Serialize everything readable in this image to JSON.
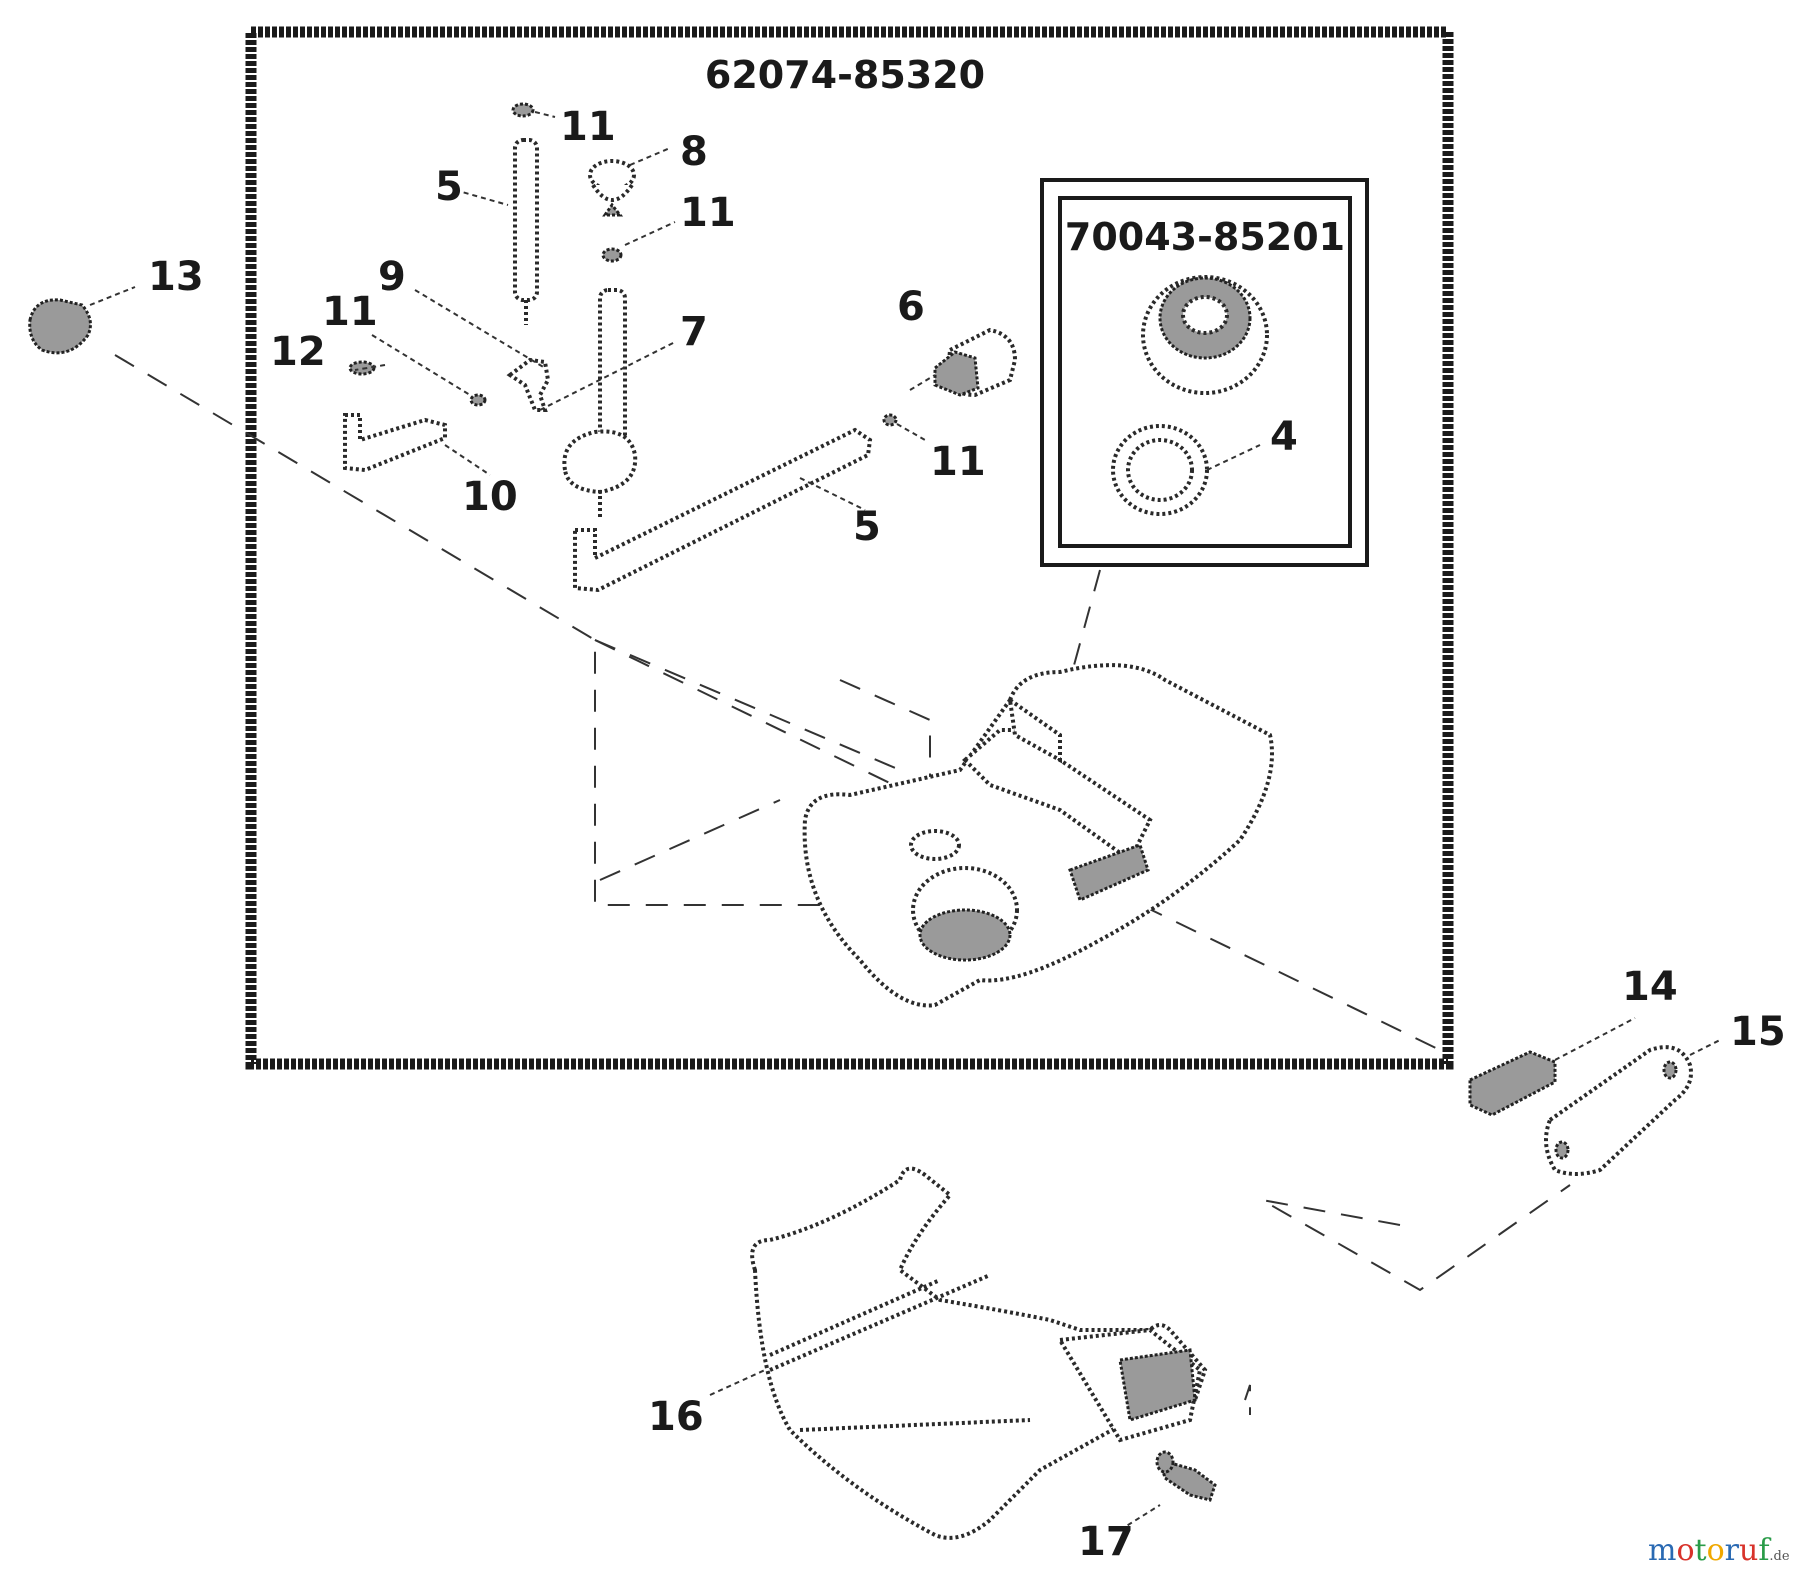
{
  "kits": {
    "main": "62074-85320",
    "cap": "70043-85201"
  },
  "callouts": {
    "c4": "4",
    "c5a": "5",
    "c5b": "5",
    "c6": "6",
    "c7": "7",
    "c8": "8",
    "c9": "9",
    "c10": "10",
    "c11a": "11",
    "c11b": "11",
    "c11c": "11",
    "c11d": "11",
    "c12": "12",
    "c13": "13",
    "c14": "14",
    "c15": "15",
    "c16": "16",
    "c17": "17"
  },
  "watermark": {
    "letters": [
      "m",
      "o",
      "t",
      "o",
      "r",
      "u",
      "f"
    ],
    "suffix": ".de",
    "colors": [
      "#2a6ab3",
      "#d8332b",
      "#2a9b48",
      "#f0a800",
      "#2a6ab3",
      "#d8332b",
      "#2a9b48"
    ]
  }
}
